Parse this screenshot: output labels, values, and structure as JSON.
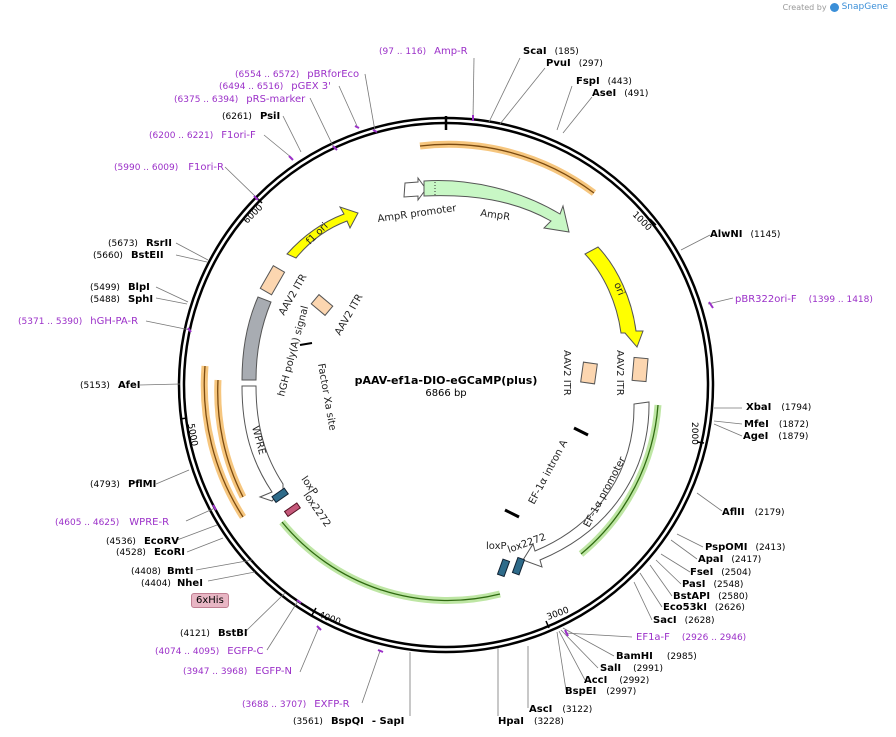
{
  "brand": {
    "created_by": "Created by",
    "name": "SnapGene"
  },
  "plasmid": {
    "name": "pAAV-ef1a-DIO-eGCaMP(plus)",
    "size": "6866 bp"
  },
  "ticks": [
    "1000",
    "2000",
    "3000",
    "4000",
    "5000",
    "6000"
  ],
  "features": [
    {
      "name": "AmpR promoter"
    },
    {
      "name": "AmpR"
    },
    {
      "name": "ori"
    },
    {
      "name": "f1 ori"
    },
    {
      "name": "AAV2 ITR"
    },
    {
      "name": "AAV2 ITR"
    },
    {
      "name": "AAV2 ITR"
    },
    {
      "name": "hGH poly(A) signal"
    },
    {
      "name": "Factor Xa site"
    },
    {
      "name": "WPRE"
    },
    {
      "name": "loxP"
    },
    {
      "name": "lox2272"
    },
    {
      "name": "EF-1α intron A"
    },
    {
      "name": "EF-1α promoter"
    },
    {
      "name": "loxP"
    },
    {
      "name": "lox2272"
    }
  ],
  "tag_label": "6xHis",
  "sites": [
    {
      "name": "ScaI",
      "pos": "(185)"
    },
    {
      "name": "PvuI",
      "pos": "(297)"
    },
    {
      "name": "FspI",
      "pos": "(443)"
    },
    {
      "name": "AseI",
      "pos": "(491)"
    },
    {
      "name": "AlwNI",
      "pos": "(1145)"
    },
    {
      "name": "XbaI",
      "pos": "(1794)"
    },
    {
      "name": "MfeI",
      "pos": "(1872)"
    },
    {
      "name": "AgeI",
      "pos": "(1879)"
    },
    {
      "name": "AflII",
      "pos": "(2179)"
    },
    {
      "name": "PspOMI",
      "pos": "(2413)"
    },
    {
      "name": "ApaI",
      "pos": "(2417)"
    },
    {
      "name": "FseI",
      "pos": "(2504)"
    },
    {
      "name": "PasI",
      "pos": "(2548)"
    },
    {
      "name": "BstAPI",
      "pos": "(2580)"
    },
    {
      "name": "Eco53kI",
      "pos": "(2626)"
    },
    {
      "name": "SacI",
      "pos": "(2628)"
    },
    {
      "name": "BamHI",
      "pos": "(2985)"
    },
    {
      "name": "SalI",
      "pos": "(2991)"
    },
    {
      "name": "AccI",
      "pos": "(2992)"
    },
    {
      "name": "BspEI",
      "pos": "(2997)"
    },
    {
      "name": "AscI",
      "pos": "(3122)"
    },
    {
      "name": "HpaI",
      "pos": "(3228)"
    },
    {
      "name": "BspQI",
      "pos": "(3561)"
    },
    {
      "name": "SapI",
      "pos": ""
    },
    {
      "name": "BstBI",
      "pos": "(4121)"
    },
    {
      "name": "NheI",
      "pos": "(4404)"
    },
    {
      "name": "BmtI",
      "pos": "(4408)"
    },
    {
      "name": "EcoRI",
      "pos": "(4528)"
    },
    {
      "name": "EcoRV",
      "pos": "(4536)"
    },
    {
      "name": "PflMI",
      "pos": "(4793)"
    },
    {
      "name": "AfeI",
      "pos": "(5153)"
    },
    {
      "name": "SphI",
      "pos": "(5488)"
    },
    {
      "name": "BlpI",
      "pos": "(5499)"
    },
    {
      "name": "BstEII",
      "pos": "(5660)"
    },
    {
      "name": "RsrII",
      "pos": "(5673)"
    },
    {
      "name": "PsiI",
      "pos": "(6261)"
    }
  ],
  "primers": [
    {
      "name": "Amp-R",
      "range": "(97 .. 116)"
    },
    {
      "name": "pBR322ori-F",
      "range": "(1399 .. 1418)"
    },
    {
      "name": "EF1a-F",
      "range": "(2926 .. 2946)"
    },
    {
      "name": "EXFP-R",
      "range": "(3688 .. 3707)"
    },
    {
      "name": "EGFP-N",
      "range": "(3947 .. 3968)"
    },
    {
      "name": "EGFP-C",
      "range": "(4074 .. 4095)"
    },
    {
      "name": "WPRE-R",
      "range": "(4605 .. 4625)"
    },
    {
      "name": "hGH-PA-R",
      "range": "(5371 .. 5390)"
    },
    {
      "name": "F1ori-R",
      "range": "(5990 .. 6009)"
    },
    {
      "name": "F1ori-F",
      "range": "(6200 .. 6221)"
    },
    {
      "name": "pRS-marker",
      "range": "(6375 .. 6394)"
    },
    {
      "name": "pGEX 3'",
      "range": "(6494 .. 6516)"
    },
    {
      "name": "pBRforEco",
      "range": "(6554 .. 6572)"
    }
  ],
  "colors": {
    "backbone": "#000000",
    "primer": "#9b30c8",
    "ampr": "#c8f7c5",
    "ori": "#ffff00",
    "f1ori": "#ffff00",
    "itr": "#fcd6b0",
    "polyA": "#a8acb2",
    "lox": "#2e6b8a",
    "lox2272": "#c5587a",
    "orf_highlight_orange": "#f5c070",
    "orf_highlight_green": "#b7e39a"
  }
}
